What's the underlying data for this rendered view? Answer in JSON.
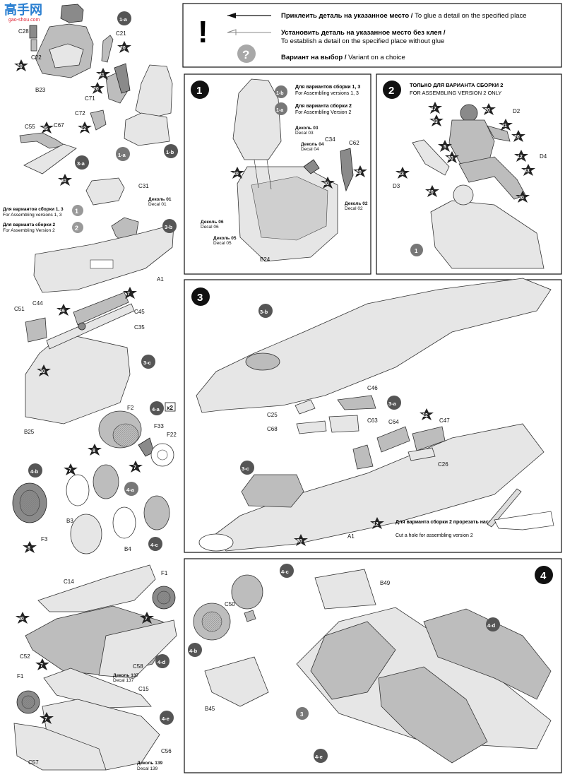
{
  "watermark": {
    "chars": "高手网",
    "site": "gao-shou.com"
  },
  "legend": {
    "glue_ru": "Приклеить деталь на указанное место",
    "glue_en": "To glue a detail on the specified place",
    "noglue_ru": "Установить деталь на указанное место без клея",
    "noglue_en": "To establish a detail on the specified place without glue",
    "variant_ru": "Вариант на выбор",
    "variant_en": "Variant on a choice",
    "sep": " / "
  },
  "left": {
    "parts": {
      "c28": "C28",
      "c22": "C22",
      "b23": "B23",
      "c21": "C21",
      "c71": "C71",
      "c72": "C72",
      "c55": "C55",
      "c67": "C67",
      "c31": "C31",
      "a1": "A1",
      "c51": "C51",
      "c44": "C44",
      "c45": "C45",
      "c35": "C35",
      "b25": "B25",
      "f2": "F2",
      "f33": "F33",
      "f22": "F22",
      "b3": "B3",
      "f3": "F3",
      "b4": "B4",
      "c14": "C14",
      "f1a": "F1",
      "c52": "C52",
      "c58": "C58",
      "f1b": "F1",
      "c15": "C15",
      "c56": "C56",
      "c57": "C57"
    },
    "steps": {
      "s1a": "1-a",
      "s1b": "1-b",
      "s3a": "3-a",
      "s3b": "3-b",
      "s3c": "3-c",
      "s4a": "4-a",
      "s4a_in": "4-a",
      "s4b": "4-b",
      "s4c": "4-c",
      "s4d": "4-d",
      "s4e": "4-e"
    },
    "mult": "x2",
    "v1": "1",
    "v2": "2",
    "var13_ru": "Для вариантов сборки 1, 3",
    "var13_en": "For Assembling versions 1, 3",
    "var2_ru": "Для варианта сборки 2",
    "var2_en": "For Assembling Version 2",
    "decal01_ru": "Деколь 01",
    "decal01_en": "Decal 01",
    "decal137_ru": "Деколь 137",
    "decal137_en": "Decal 137",
    "decal139_ru": "Деколь 139",
    "decal139_en": "Decal 139",
    "paints": {
      "p20a": "20",
      "p20b": "20",
      "p31": "31",
      "p20c": "20",
      "p12": "12",
      "p35": "35",
      "p30a": "30",
      "p7a": "7",
      "p16": "16",
      "p30b": "30",
      "p8a": "8",
      "p7b": "7",
      "p7c": "7",
      "p8b": "8",
      "p30c": "30",
      "p7d": "7",
      "p7e": "7",
      "p7f": "7"
    }
  },
  "panel1": {
    "num": "1",
    "v1b": "1-b",
    "v1a": "1-a",
    "var13_ru": "Для вариантов сборки 1, 3",
    "var13_en": "For Assembling versions 1, 3",
    "var2_ru": "Для варианта сборки 2",
    "var2_en": "For Assembling Version 2",
    "d03_ru": "Деколь 03",
    "d03_en": "Decal 03",
    "d04_ru": "Деколь 04",
    "d04_en": "Decal 04",
    "d02_ru": "Деколь 02",
    "d02_en": "Decal 02",
    "d06_ru": "Деколь 06",
    "d06_en": "Decal 06",
    "d05_ru": "Деколь 05",
    "d05_en": "Decal 05",
    "c34": "C34",
    "c62": "C62",
    "b24": "B24",
    "p30": "30",
    "p20a": "20",
    "p20b": "20"
  },
  "panel2": {
    "num": "2",
    "title_ru": "ТОЛЬКО ДЛЯ ВАРИАНТА СБОРКИ 2",
    "title_en": "FOR ASSEMBLING VERSION 2 ONLY",
    "d2": "D2",
    "d3": "D3",
    "d4": "D4",
    "ref": "1",
    "paints": {
      "p17": "17",
      "p20a": "20",
      "p33a": "33",
      "p31": "31",
      "p20b": "20",
      "p5": "5",
      "p30": "30",
      "p12": "12",
      "p33b": "33",
      "p33c": "33",
      "p20c": "20",
      "p20d": "20"
    }
  },
  "panel3": {
    "num": "3",
    "s3b": "3-b",
    "s3a": "3-a",
    "s3c": "3-c",
    "c46": "C46",
    "c25": "C25",
    "c63": "C63",
    "c68": "C68",
    "c64": "C64",
    "c47": "C47",
    "c26": "C26",
    "a1": "A1",
    "p12a": "12",
    "p12b": "12",
    "p30": "30",
    "cut_ru": "Для варианта сборки 2 прорезать насквозь",
    "cut_en": "Cut a hole for assembling version 2"
  },
  "panel4": {
    "num": "4",
    "s4c": "4-c",
    "s4b": "4-b",
    "s4d": "4-d",
    "s4e": "4-e",
    "s3": "3",
    "b49": "B49",
    "c50": "C50",
    "b45": "B45"
  }
}
